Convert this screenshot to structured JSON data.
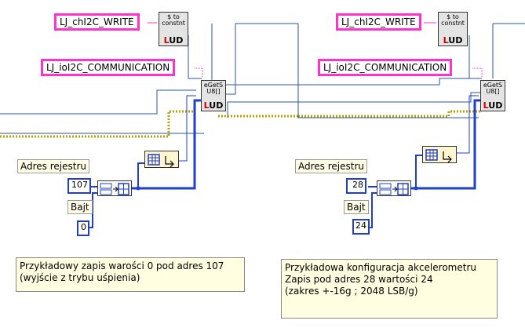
{
  "left": {
    "ch_write": "LJ_chI2C_WRITE",
    "io_comm": "LJ_ioI2C_COMMUNICATION",
    "to_const_vi": {
      "line1": "$ to",
      "line2": "constnt",
      "lj": "UD"
    },
    "eget_vi": {
      "line1": "eGetS",
      "line2": "U8[]",
      "lj": "UD"
    },
    "reg_label": "Adres rejestru",
    "reg_value": "107",
    "byte_label": "Bajt",
    "byte_value": "0",
    "comment": "Przykładowy zapis warości 0 pod adres 107\n(wyjście z trybu uśpienia)"
  },
  "right": {
    "ch_write": "LJ_chI2C_WRITE",
    "io_comm": "LJ_ioI2C_COMMUNICATION",
    "to_const_vi": {
      "line1": "$ to",
      "line2": "constnt",
      "lj": "UD"
    },
    "eget_vi": {
      "line1": "eGetS",
      "line2": "U8[]",
      "lj": "UD"
    },
    "reg_label": "Adres rejestru",
    "reg_value": "28",
    "byte_label": "Bajt",
    "byte_value": "24",
    "comment": "Przykładowa konfiguracja akcelerometru\nZapis pod adres 28 wartości 24\n(zakres +-16g ; 2048 LSB/g)"
  },
  "colors": {
    "string_wire": "#ff33cc",
    "numeric_wire": "#1f3fcc",
    "error_wire": "#b8a000",
    "refnum_wire": "#2a55aa"
  }
}
